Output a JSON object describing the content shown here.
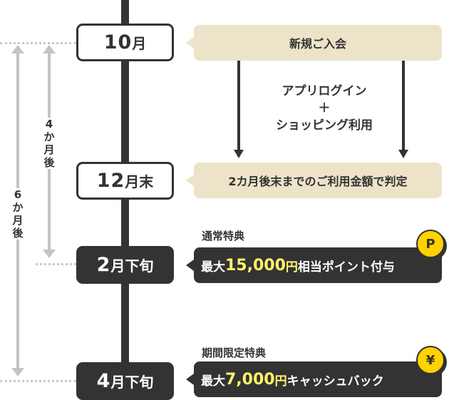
{
  "timeline": [
    {
      "num": "10",
      "unit": "月",
      "style": "light"
    },
    {
      "num": "12",
      "unit": "月末",
      "style": "light"
    },
    {
      "num": "2",
      "unit": "月下旬",
      "style": "dark"
    },
    {
      "num": "4",
      "unit": "月下旬",
      "style": "dark"
    }
  ],
  "events": {
    "join": "新規ご入会",
    "judge": "2カ月後末までのご利用金額で判定",
    "conditions": [
      "アプリログイン",
      "＋",
      "ショッピング利用"
    ]
  },
  "benefits": [
    {
      "label": "通常特典",
      "prefix": "最大",
      "amount": "15,000",
      "yen": "円",
      "suffix": "相当ポイント付与",
      "coin_icon": "P"
    },
    {
      "label": "期間限定特典",
      "prefix": "最大",
      "amount": "7,000",
      "yen": "円",
      "suffix": "キャッシュバック",
      "coin_icon": "¥"
    }
  ],
  "durations": {
    "four": "4か月後",
    "six": "6か月後"
  },
  "colors": {
    "dark": "#333333",
    "beige": "#ede3c8",
    "highlight": "#fff36b",
    "coin": "#ffd200",
    "gray": "#c4c4c4"
  }
}
